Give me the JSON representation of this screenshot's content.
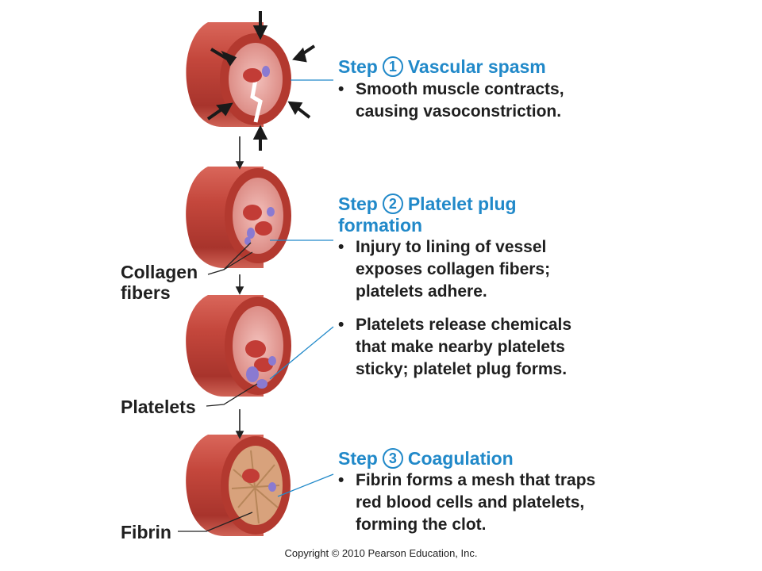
{
  "steps": [
    {
      "label": "Step",
      "number": "1",
      "title": "Vascular spasm",
      "bullet_lines": [
        "Smooth muscle contracts,",
        "causing vasoconstriction."
      ]
    },
    {
      "label": "Step",
      "number": "2",
      "title": "Platelet plug",
      "title_cont": "formation",
      "bullet_lines": [
        "Injury to lining of vessel",
        "exposes collagen fibers;",
        "platelets adhere."
      ],
      "bullet2_lines": [
        "Platelets release chemicals",
        "that make nearby platelets",
        "sticky; platelet plug forms."
      ]
    },
    {
      "label": "Step",
      "number": "3",
      "title": "Coagulation",
      "bullet_lines": [
        "Fibrin forms a mesh that traps",
        "red blood cells and platelets,",
        "forming the clot."
      ]
    }
  ],
  "labels": {
    "collagen_1": "Collagen",
    "collagen_2": "fibers",
    "platelets": "Platelets",
    "fibrin": "Fibrin"
  },
  "bullet_char": "•",
  "copyright": "Copyright © 2010 Pearson Education, Inc.",
  "colors": {
    "step_blue": "#2189c9",
    "vessel_red": "#c0473b",
    "vessel_dark": "#8e2a22",
    "lumen_pink": "#e9a2a0",
    "platelet_purple": "#8a7ad1",
    "fibrin_tan": "#d9b98e"
  }
}
